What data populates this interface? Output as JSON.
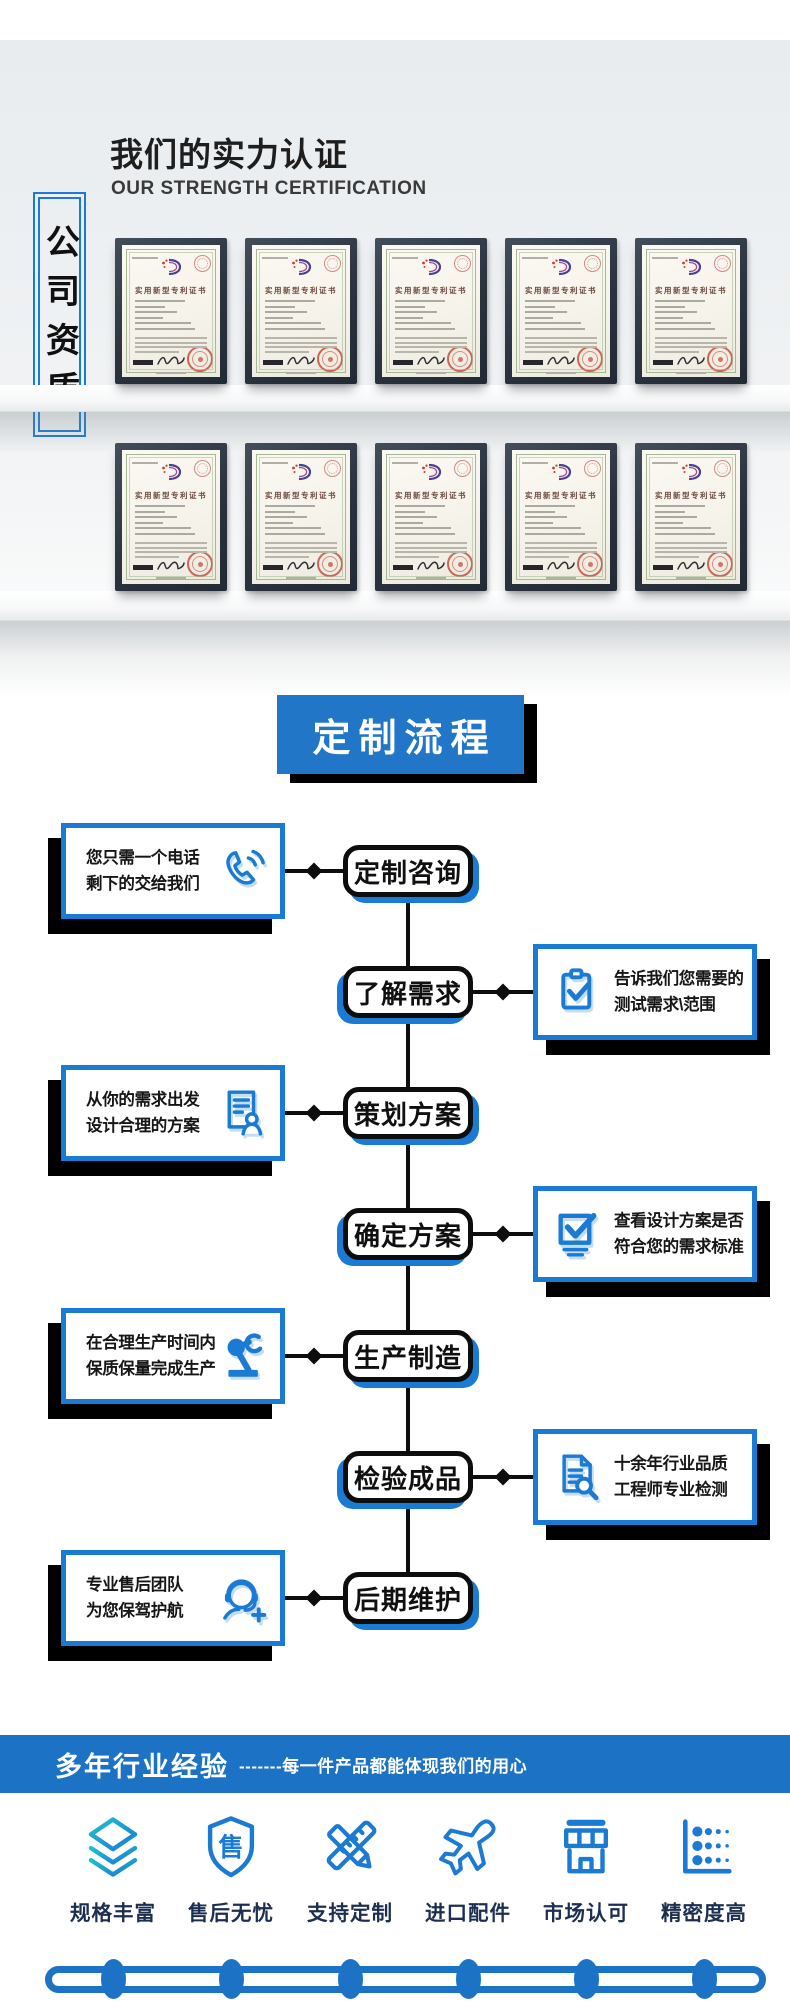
{
  "colors": {
    "accent_blue": "#1b7ad4",
    "header_blue": "#2176c8",
    "bar_blue": "#1c72c4",
    "black": "#0d0d0d",
    "navy_label": "#1c2f50",
    "teal": "#1fc0cf",
    "seal_red": "#c74d40",
    "frame_dark": "#2a333e",
    "paper": "#f8f6ee"
  },
  "cert_section": {
    "title": "我们的实力认证",
    "subtitle": "OUR STRENGTH CERTIFICATION",
    "side_tab": "公司资质",
    "certificate_title": "实用新型专利证书",
    "row1_count": 5,
    "row2_count": 5
  },
  "flow_section": {
    "header": "定制流程",
    "steps": [
      {
        "pill": "定制咨询",
        "side": "left",
        "icon": "phone-icon",
        "line1": "您只需一个电话",
        "line2": "剩下的交给我们"
      },
      {
        "pill": "了解需求",
        "side": "right",
        "icon": "clipboard-check-icon",
        "line1": "告诉我们您需要的",
        "line2": "测试需求\\范围"
      },
      {
        "pill": "策划方案",
        "side": "left",
        "icon": "doc-person-icon",
        "line1": "从你的需求出发",
        "line2": "设计合理的方案"
      },
      {
        "pill": "确定方案",
        "side": "right",
        "icon": "checkbox-icon",
        "line1": "查看设计方案是否",
        "line2": "符合您的需求标准"
      },
      {
        "pill": "生产制造",
        "side": "left",
        "icon": "robot-arm-icon",
        "line1": "在合理生产时间内",
        "line2": "保质保量完成生产"
      },
      {
        "pill": "检验成品",
        "side": "right",
        "icon": "doc-search-icon",
        "line1": "十余年行业品质",
        "line2": "工程师专业检测"
      },
      {
        "pill": "后期维护",
        "side": "left",
        "icon": "support-person-icon",
        "line1": "专业售后团队",
        "line2": "为您保驾护航"
      }
    ]
  },
  "bottom_section": {
    "bar_title": "多年行业经验",
    "bar_tagline": "-------每一件产品都能体现我们的用心",
    "features": [
      {
        "icon": "layers-icon",
        "label": "规格丰富"
      },
      {
        "icon": "shield-icon",
        "label": "售后无忧",
        "badge": "售"
      },
      {
        "icon": "tools-icon",
        "label": "支持定制"
      },
      {
        "icon": "plane-icon",
        "label": "进口配件"
      },
      {
        "icon": "store-icon",
        "label": "市场认可"
      },
      {
        "icon": "precision-icon",
        "label": "精密度高"
      }
    ],
    "timeline_dots": 6
  }
}
